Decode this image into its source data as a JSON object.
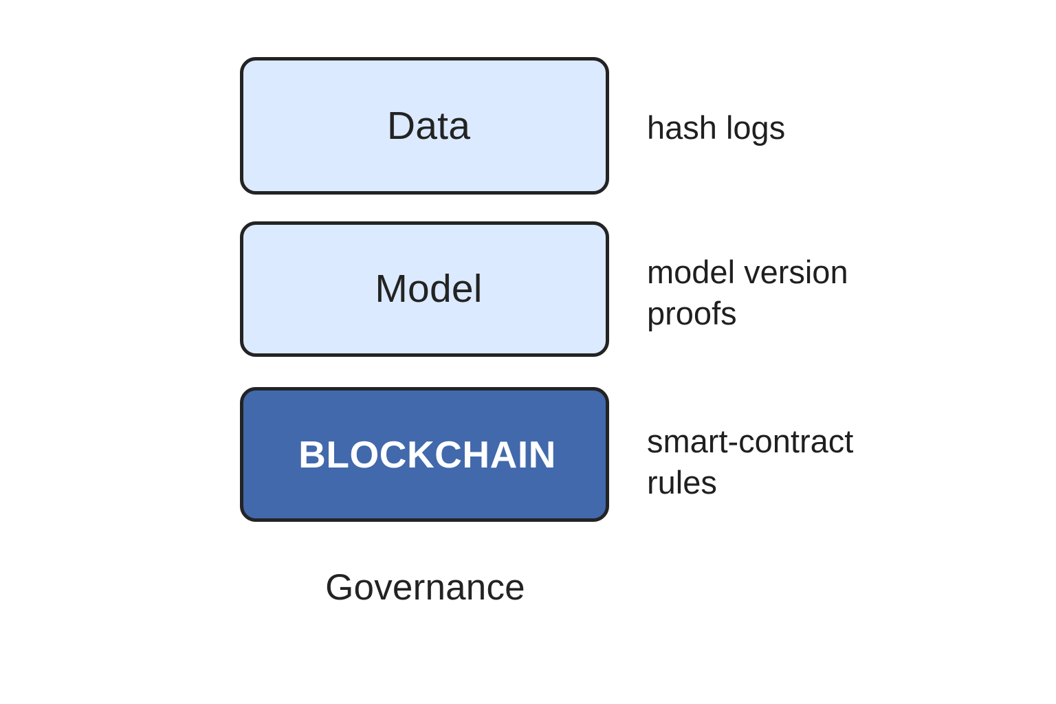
{
  "diagram": {
    "title_caption": "Governance",
    "background_color": "#ffffff",
    "layers": [
      {
        "id": "data",
        "label": "Data",
        "fill_color": "#dbeafe",
        "text_color": "#232323",
        "border_color": "#232323",
        "annotation": "hash logs"
      },
      {
        "id": "model",
        "label": "Model",
        "fill_color": "#dbeafe",
        "text_color": "#232323",
        "border_color": "#232323",
        "annotation": "model version\nproofs"
      },
      {
        "id": "blockchain",
        "label": "BLOCKCHAIN",
        "fill_color": "#4169ac",
        "text_color": "#ffffff",
        "border_color": "#232323",
        "annotation": "smart-contract\nrules"
      }
    ]
  }
}
